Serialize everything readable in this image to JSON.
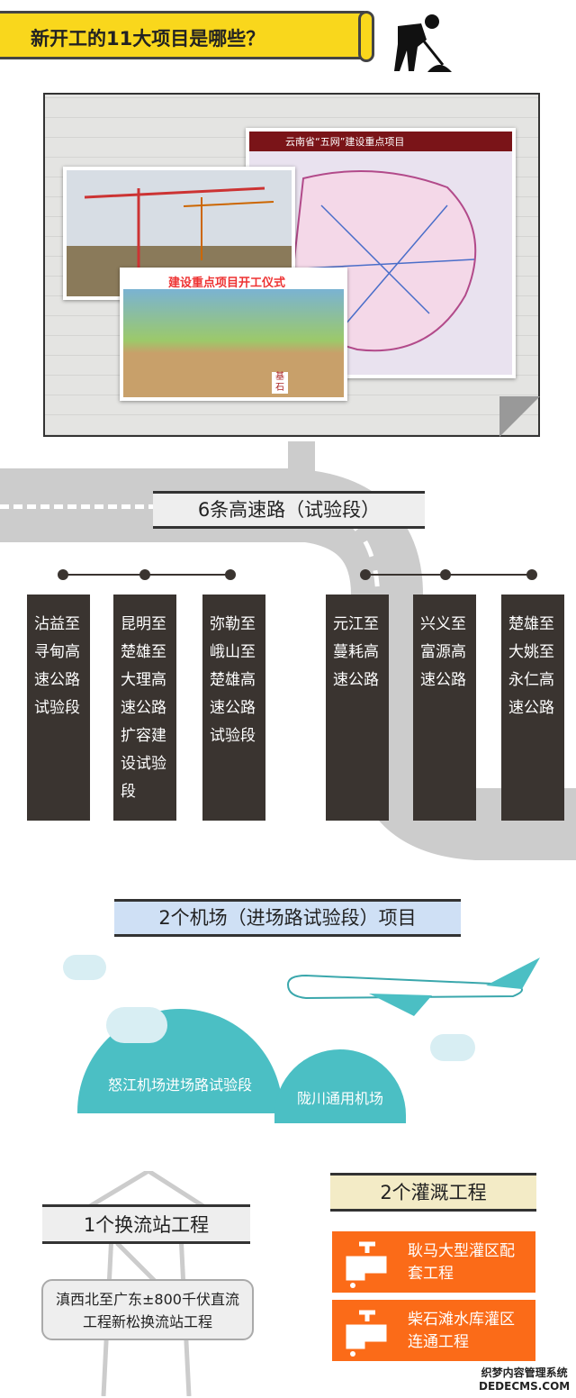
{
  "header": {
    "title": "新开工的11大项目是哪些？"
  },
  "photos": {
    "map_title": "云南省“五网”建设重点项目",
    "ceremony_banner": "建设重点项目开工仪式",
    "stone": "基石"
  },
  "highways": {
    "title": "6条高速路（试验段）",
    "items": [
      "沾益至寻甸高速公路试验段",
      "昆明至楚雄至大理高速公路扩容建设试验段",
      "弥勒至峨山至楚雄高速公路试验段",
      "元江至蔓耗高速公路",
      "兴义至富源高速公路",
      "楚雄至大姚至永仁高速公路"
    ]
  },
  "airports": {
    "title": "2个机场（进场路试验段）项目",
    "items": [
      "怒江机场进场路试验段",
      "陇川通用机场"
    ]
  },
  "converter": {
    "title": "1个换流站工程",
    "item": "滇西北至广东±800千伏直流工程新松换流站工程"
  },
  "irrigation": {
    "title": "2个灌溉工程",
    "items": [
      "耿马大型灌区配套工程",
      "柴石滩水库灌区连通工程"
    ]
  },
  "watermark": {
    "line1": "织梦内容管理系统",
    "line2": "DEDECMS.COM"
  },
  "colors": {
    "banner": "#f9d71c",
    "card": "#3a3430",
    "teal": "#4bbfc4",
    "orange": "#fb6b18"
  }
}
